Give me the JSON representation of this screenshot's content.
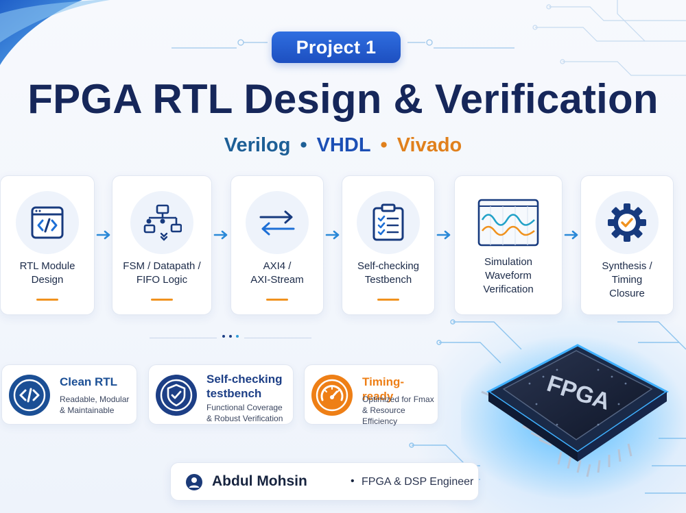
{
  "header": {
    "badge": "Project 1",
    "title": "FPGA RTL Design & Verification",
    "subtitle": {
      "item1": "Verilog",
      "item2": "VHDL",
      "item3": "Vivado",
      "separator": "•"
    }
  },
  "flow": [
    {
      "label_l1": "RTL Module",
      "label_l2": "Design",
      "icon": "code-file-icon"
    },
    {
      "label_l1": "FSM / Datapath /",
      "label_l2": "FIFO Logic",
      "icon": "state-diagram-icon"
    },
    {
      "label_l1": "AXI4 /",
      "label_l2": "AXI-Stream",
      "icon": "bidirectional-arrows-icon"
    },
    {
      "label_l1": "Self-checking",
      "label_l2": "Testbench",
      "icon": "checklist-clipboard-icon"
    },
    {
      "label_l1": "Simulation",
      "label_l2": "Waveform",
      "label_l3": "Verification",
      "icon": "waveform-monitor-icon"
    },
    {
      "label_l1": "Synthesis /",
      "label_l2": "Timing",
      "label_l3": "Closure",
      "icon": "gear-check-icon"
    }
  ],
  "features": [
    {
      "name": "Clean RTL",
      "desc_l1": "Readable, Modular",
      "desc_l2": "& Maintainable",
      "icon": "code-brackets-icon"
    },
    {
      "name_l1": "Self-checking",
      "name_l2": "testbench",
      "desc_l1": "Functional Coverage",
      "desc_l2": "& Robust Verification",
      "icon": "shield-check-icon"
    },
    {
      "name": "Timing-ready",
      "desc_l1": "Optimized for Fmax",
      "desc_l2": "& Resource Efficiency",
      "icon": "speedometer-icon"
    }
  ],
  "chip": {
    "label": "FPGA"
  },
  "author": {
    "name": "Abdul Mohsin",
    "separator": "•",
    "role": "FPGA & DSP Engineer"
  },
  "colors": {
    "navy": "#16275a",
    "primary_blue": "#1d4fc0",
    "teal_blue": "#1d5f96",
    "orange": "#e0801c",
    "arrow_blue": "#2b8ad8"
  }
}
